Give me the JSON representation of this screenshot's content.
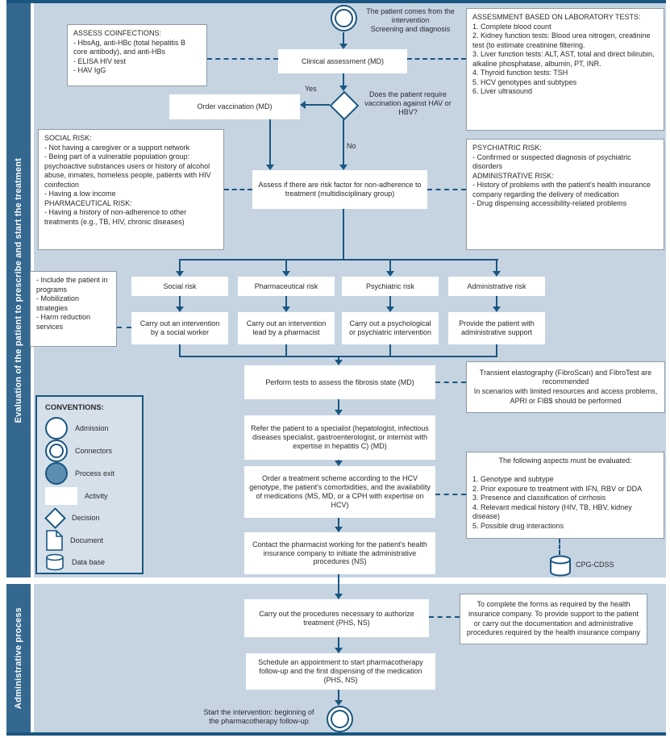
{
  "sections": {
    "evaluation": {
      "label": "Evaluation of the patient to prescribe and start the treatment"
    },
    "administrative": {
      "label": "Administrative process"
    }
  },
  "colors": {
    "background": "#c6d4e2",
    "bar": "#34688f",
    "line": "#1a5680",
    "box": "#ffffff",
    "legend_bg": "#d5e0ea",
    "process_exit_fill": "#5d8db0"
  },
  "flow": {
    "start_text": [
      "The patient comes from the intervention",
      "Screening and diagnosis"
    ],
    "clinical": "Clinical assessment (MD)",
    "decision_q": "Does the patient require vaccination against HAV or HBV?",
    "yes": "Yes",
    "no": "No",
    "vaccination": "Order vaccination (MD)",
    "assess": "Assess if there are risk factor for non-adherence to treatment (multidisciplinary group)",
    "risks": [
      "Social risk",
      "Pharmaceutical risk",
      "Psychiatric risk",
      "Administrative risk"
    ],
    "interventions": [
      "Carry out an intervention by a social worker",
      "Carry out an intervention lead by a pharmacist",
      "Carry out a psychological or psychiatric intervention",
      "Provide the patient with administrative support"
    ],
    "fibrosis": "Perform tests to assess the fibrosis state (MD)",
    "refer": "Refer the patient to a specialist (hepatologist, infectious diseases specialist, gastroenterologist, or internist with expertise in hepatitis C) (MD)",
    "scheme": "Order a treatment scheme according to the HCV genotype, the patient's comorbidities, and the availability of medications (MS, MD, or a CPH with expertise on HCV)",
    "contact": "Contact the pharmacist working for the patient's health insurance company to initiate the administrative procedures (NS)",
    "authorize": "Carry out the procedures necessary to authorize treatment (PHS, NS)",
    "schedule": "Schedule an appointment to start pharmacotherapy follow-up and the first dispensing of the medication (PHS, NS)",
    "end_text": "Start the intervention: beginning of the pharmacotherapy follow-up",
    "cpg": "CPG-CDSS"
  },
  "notes": {
    "coinfections": {
      "title": "ASSESS COINFECTIONS:",
      "items": [
        "- HbsAg, anti-HBc (total hepatitis B core antibody), and anti-HBs",
        "- ELISA HIV test",
        "- HAV IgG"
      ]
    },
    "lab": {
      "title": "ASSESMMENT BASED ON LABORATORY TESTS:",
      "items": [
        "1. Complete blood count",
        "2. Kidney function tests: Blood urea nitrogen, creatinine test (to estimate creatinine filtering.",
        "3. Liver function tests: ALT, AST, total and direct bilirubin, alkaline phosphatase, albumin, PT, INR.",
        "4. Thyroid function tests: TSH",
        "5. HCV genotypes and subtypes",
        "6. Liver ultrasound"
      ]
    },
    "social": {
      "items": [
        "SOCIAL RISK:",
        "- Not having a caregiver or a support network",
        "- Being part of a vulnerable population group: psychoactive substances users or history of alcohol abuse, inmates, homeless people, patients with HIV coinfection",
        "- Having a low income",
        "PHARMACEUTICAL RISK:",
        "- Having a history of non-adherence to other treatments (e.g., TB, HIV, chronic diseases)"
      ]
    },
    "psych": {
      "items": [
        "PSYCHIATRIC RISK:",
        "- Confirmed or suspected diagnosis of psychiatric disorders",
        "ADMINISTRATIVE RISK:",
        "- History of problems with the patient's health insurance company regarding the delivery of medication",
        "- Drug dispensing accessibility-related problems"
      ]
    },
    "programs": {
      "items": [
        "- Include the patient in programs",
        "- Mobilization strategies",
        "- Harm reduction services"
      ]
    },
    "fibro_note": {
      "items": [
        "Transient elastography (FibroScan) and FibroTest are recommended",
        "In scenarios with limited resources and access problems, APRI or FIB$ should be performed"
      ]
    },
    "aspects": {
      "title": "The following aspects must be evaluated:",
      "items": [
        "1. Genotype and subtype",
        "2. Prior exposure to treatment with IFN, RBV or DDA",
        "3. Presence and classification of cirrhosis",
        "4. Relevant medical history (HIV, TB, HBV, kidney disease)",
        "5. Possible drug interactions"
      ]
    },
    "forms": {
      "text": "To complete the forms as required by the health insurance company. To provide support to the patient or carry out the documentation and administrative procedures required by the health insurance company"
    }
  },
  "legend": {
    "title": "CONVENTIONS:",
    "items": [
      {
        "icon": "admission-circle-icon",
        "label": "Admission"
      },
      {
        "icon": "connector-icon",
        "label": "Connectors"
      },
      {
        "icon": "process-exit-icon",
        "label": "Process exit"
      },
      {
        "icon": "activity-icon",
        "label": "Activity"
      },
      {
        "icon": "decision-icon",
        "label": "Decision"
      },
      {
        "icon": "document-icon",
        "label": "Document"
      },
      {
        "icon": "database-icon",
        "label": "Data base"
      }
    ]
  }
}
